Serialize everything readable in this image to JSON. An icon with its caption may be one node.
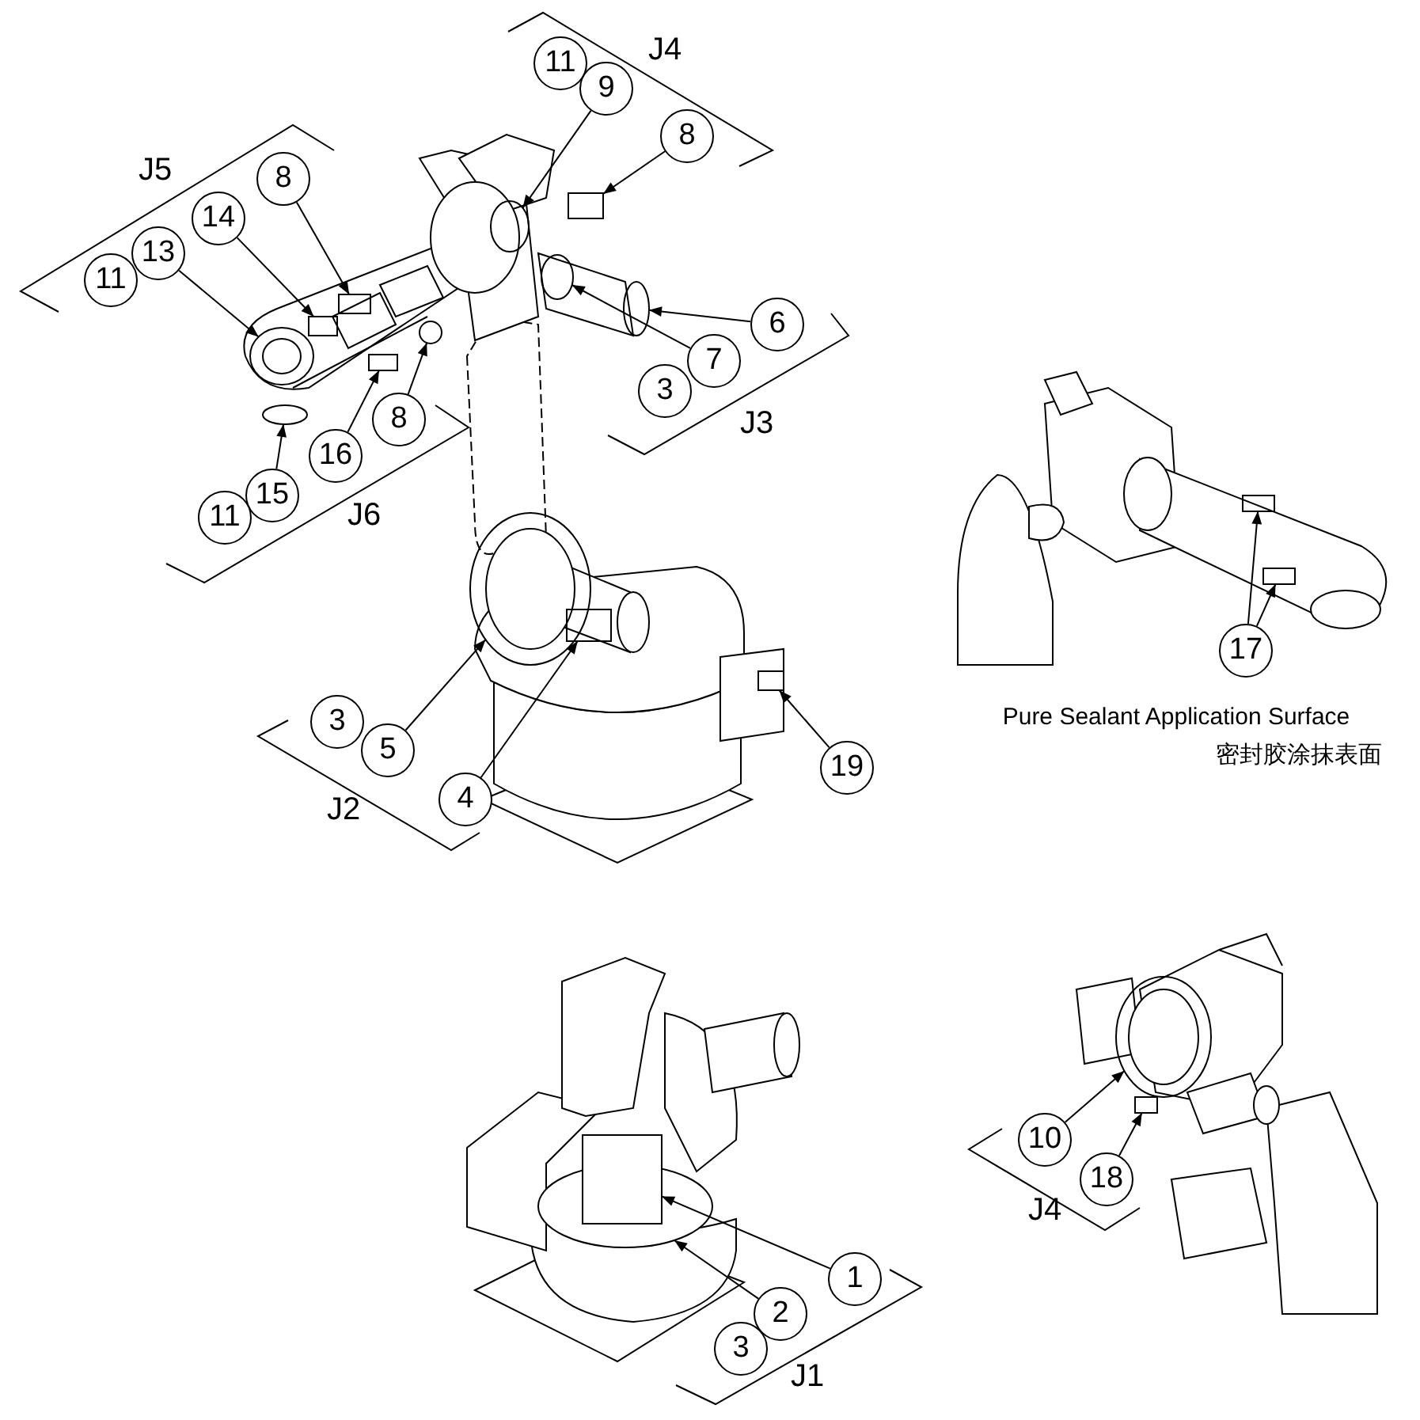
{
  "diagram": {
    "nodes": [
      {
        "text": [
          "11"
        ]
      },
      {
        "text": [
          "9"
        ]
      },
      {
        "text": [
          "8"
        ]
      },
      {
        "text": [
          "8"
        ]
      },
      {
        "text": [
          "14"
        ]
      },
      {
        "text": [
          "13"
        ]
      },
      {
        "text": [
          "11"
        ]
      },
      {
        "text": [
          "6"
        ]
      },
      {
        "text": [
          "7"
        ]
      },
      {
        "text": [
          "3"
        ]
      },
      {
        "text": [
          "8"
        ]
      },
      {
        "text": [
          "16"
        ]
      },
      {
        "text": [
          "15"
        ]
      },
      {
        "text": [
          "11"
        ]
      },
      {
        "text": [
          "17"
        ]
      },
      {
        "text": [
          "3"
        ]
      },
      {
        "text": [
          "5"
        ]
      },
      {
        "text": [
          "19"
        ]
      },
      {
        "text": [
          "4"
        ]
      },
      {
        "text": [
          "10"
        ]
      },
      {
        "text": [
          "18"
        ]
      },
      {
        "text": [
          "1"
        ]
      },
      {
        "text": [
          "2"
        ]
      },
      {
        "text": [
          "3"
        ]
      },
      {
        "text": [],
        "shape": "circle"
      },
      {
        "text": [],
        "shape": "box"
      },
      {
        "text": [],
        "shape": "box"
      },
      {
        "text": [],
        "shape": "box"
      },
      {
        "text": [],
        "shape": "circle"
      },
      {
        "text": [],
        "shape": "circle"
      },
      {
        "text": [],
        "shape": "circle"
      },
      {
        "text": [],
        "shape": "circle"
      },
      {
        "text": [],
        "shape": "box"
      },
      {
        "text": [],
        "shape": "circle"
      },
      {
        "text": [],
        "shape": "box"
      },
      {
        "text": [],
        "shape": "box"
      },
      {
        "text": [],
        "shape": "circle"
      },
      {
        "text": [],
        "shape": "box"
      },
      {
        "text": [],
        "shape": "box"
      },
      {
        "text": [],
        "shape": "circle"
      },
      {
        "text": [],
        "shape": "box"
      },
      {
        "text": [],
        "shape": "box"
      },
      {
        "text": [],
        "shape": "circle"
      }
    ],
    "edges": [
      {
        "from": 1,
        "to": 24,
        "arrow": "to"
      },
      {
        "from": 2,
        "to": 25,
        "arrow": "to"
      },
      {
        "from": 3,
        "to": 26,
        "arrow": "to"
      },
      {
        "from": 4,
        "to": 27,
        "arrow": "to"
      },
      {
        "from": 5,
        "to": 28,
        "arrow": "to"
      },
      {
        "from": 7,
        "to": 29,
        "arrow": "to"
      },
      {
        "from": 8,
        "to": 30,
        "arrow": "to"
      },
      {
        "from": 10,
        "to": 31,
        "arrow": "to"
      },
      {
        "from": 11,
        "to": 32,
        "arrow": "to"
      },
      {
        "from": 12,
        "to": 33,
        "arrow": "to"
      },
      {
        "from": 14,
        "to": 34,
        "arrow": "to"
      },
      {
        "from": 14,
        "to": 35,
        "arrow": "to"
      },
      {
        "from": 16,
        "to": 36,
        "arrow": "to"
      },
      {
        "from": 17,
        "to": 37,
        "arrow": "to"
      },
      {
        "from": 18,
        "to": 38,
        "arrow": "to"
      },
      {
        "from": 19,
        "to": 39,
        "arrow": "to"
      },
      {
        "from": 20,
        "to": 40,
        "arrow": "to"
      },
      {
        "from": 21,
        "to": 41,
        "arrow": "to"
      },
      {
        "from": 22,
        "to": 42,
        "arrow": "to"
      }
    ],
    "labels": [
      "J4",
      "J5",
      "J3",
      "J6",
      "Pure Sealant Application Surface",
      "密封胶涂抹表面",
      "J2",
      "J4",
      "J1"
    ]
  }
}
